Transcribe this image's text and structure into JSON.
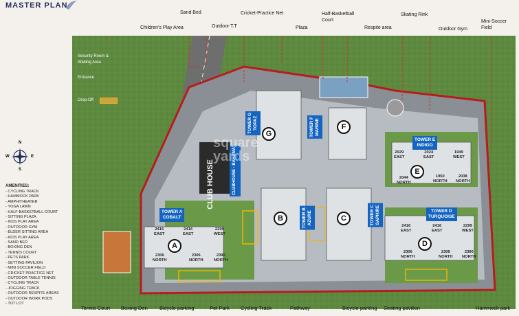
{
  "header": {
    "title": "MASTER PLAN"
  },
  "plan_labels": {
    "security": "Security Room &\nWaiting Area",
    "entrance": "Entrance",
    "dropoff": "Drop-Off",
    "club_house": "CLUB HOUSE",
    "club_house_bahama": "CLUBHOUSE - BAHAMA"
  },
  "callouts": {
    "sand_bed": "Sand Bed",
    "cricket_net": "Cricket-Practice Net",
    "half_basketball": "Half-Basketball\nCourt",
    "skating_rink": "Skating Rink",
    "mini_soccer": "Mini-Soccer\nField",
    "childrens_play": "Children's Play Area",
    "outdoor_tt": "Outdoor T.T",
    "plaza": "Plaza",
    "respite": "Respite area",
    "outdoor_gym": "Outdoor Gym"
  },
  "bottom_labels": {
    "tennis": "Tennis Court",
    "boxing": "Boxing Den",
    "bicycle1": "Bicycle parking",
    "pet_park": "Pet Park",
    "cycling": "Cycling Track",
    "pathway": "Pathway",
    "bicycle2": "Bicycle parking",
    "seating": "Seating pavilion",
    "hammock": "Hammock park"
  },
  "compass": {
    "n": "N",
    "e": "E",
    "s": "S",
    "w": "W"
  },
  "amenities": {
    "title": "AMENITIES:",
    "items": [
      "CYCLING TRACK",
      "HAMMOCK PARK",
      "AMPHITHEATER",
      "YOGA LAWN",
      "HALF-BASKETBALL COURT",
      "SITTING PLAZA",
      "KIDS PLAY AREA",
      "OUTDOOR GYM",
      "ELDER SITTING AREA",
      "KIDS PLAY AREA",
      "SAND BED",
      "BOXING DEN",
      "TENNIS COURT",
      "PETS PARK",
      "SETTING PAVILION",
      "MINI SOCCER FIELD",
      "CRICKET PRACTICE NET",
      "OUTDOOR TABLE TENNIS",
      "CYCLING TRACK",
      "JOGGING TRACK",
      "OUTDOOR RESPITE AREAS",
      "OUTDOOR WORK PODS",
      "TOT LOT"
    ]
  },
  "towers": {
    "a": {
      "tag": "TOWER A\nCOBALT",
      "letter": "A",
      "units": [
        "2416\nEAST",
        "2416\nEAST",
        "2299\nWEST",
        "2306\nNORTH",
        "2306\nNORTH",
        "2390\nNORTH"
      ]
    },
    "b": {
      "tag": "TOWER B\nAZURE",
      "letter": "B"
    },
    "c": {
      "tag": "TOWER C\nSAPHIRE",
      "letter": "C"
    },
    "d": {
      "tag": "TOWER D\nTURQUOISE",
      "letter": "D",
      "units": [
        "2416\nEAST",
        "2416\nEAST",
        "2299\nWEST",
        "2306\nNORTH",
        "2306\nNORTH",
        "2390\nNORTH"
      ]
    },
    "e": {
      "tag": "TOWER E\nINDIGO",
      "letter": "E",
      "units": [
        "2029\nEAST",
        "2024\nEAST",
        "1949\nWEST",
        "2044\nNORTH",
        "1950\nNORTH",
        "2038\nNORTH"
      ]
    },
    "f": {
      "tag": "TOWER F\nMARINE",
      "letter": "F"
    },
    "g": {
      "tag": "TOWER G\nTOPAZ",
      "letter": "G"
    }
  },
  "watermark": "square yards",
  "colors": {
    "tower_tag": "#1565c0",
    "callout_line": "#d32f2f",
    "grass": "#4f7a36",
    "site_border": "#b71c1c"
  }
}
